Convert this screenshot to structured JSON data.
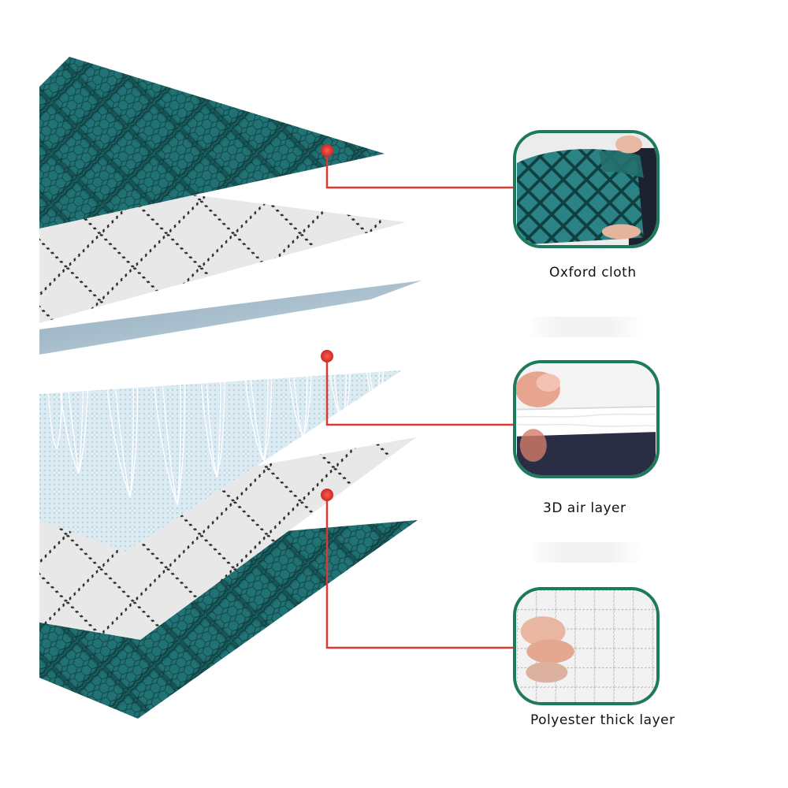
{
  "callouts": [
    {
      "label": "Oxford cloth",
      "icon": "oxford-cloth-swatch"
    },
    {
      "label": "3D air layer",
      "icon": "air-mesh-swatch"
    },
    {
      "label": "Polyester thick layer",
      "icon": "polyester-layer-swatch"
    }
  ],
  "colors": {
    "teal_fabric": "#1f6e70",
    "connector": "#d83a35",
    "frame": "#1e7a5c",
    "quilt_gray": "#e4e4e4",
    "mesh_blue": "#cfe3ee"
  }
}
